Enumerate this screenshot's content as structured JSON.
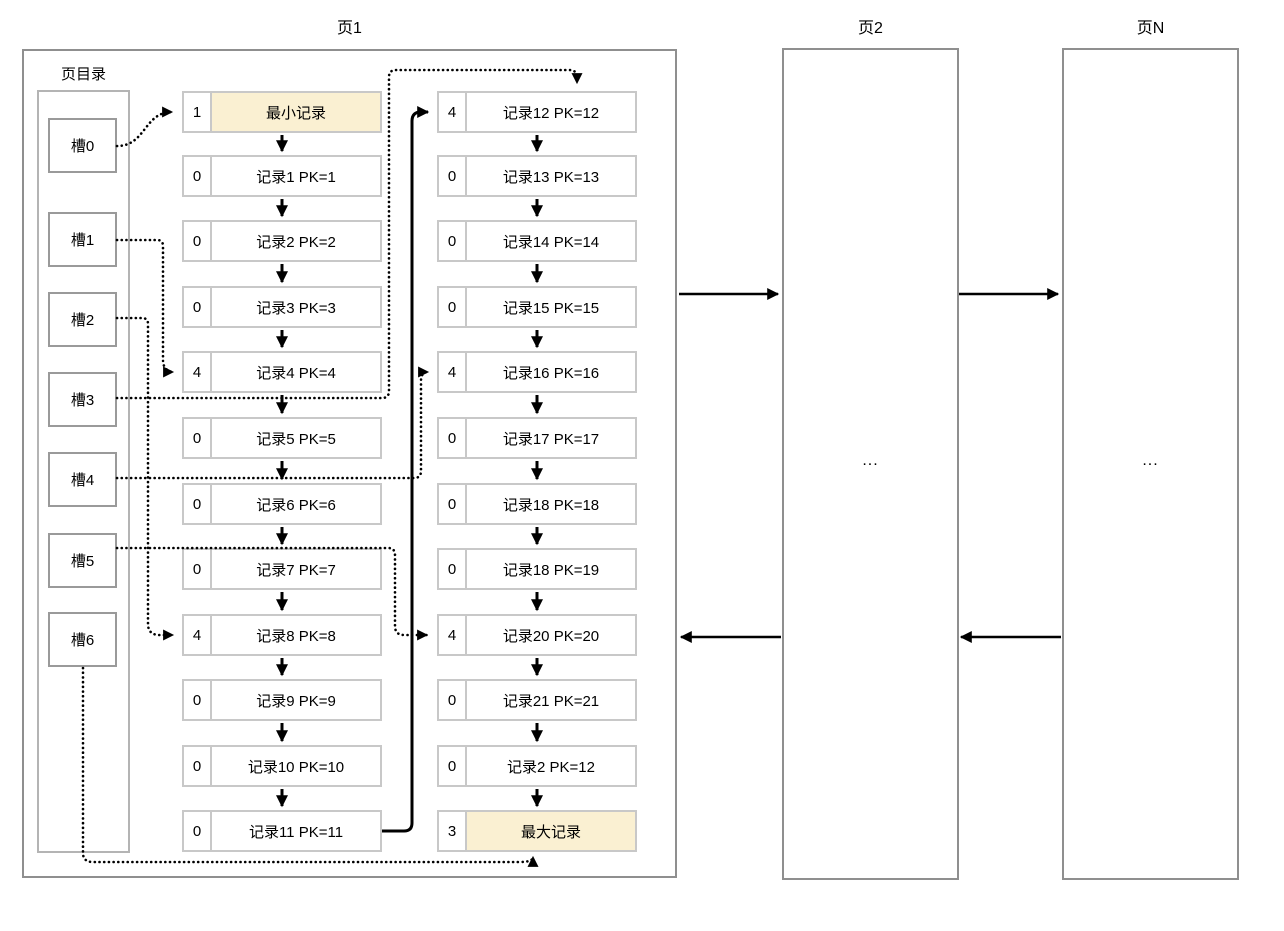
{
  "diagram": {
    "page1": {
      "title": "页1",
      "directory": {
        "label": "页目录",
        "slots": [
          "槽0",
          "槽1",
          "槽2",
          "槽3",
          "槽4",
          "槽5",
          "槽6"
        ]
      },
      "records_left": [
        {
          "n": "1",
          "label": "最小记录",
          "highlight": true
        },
        {
          "n": "0",
          "label": "记录1 PK=1",
          "highlight": false
        },
        {
          "n": "0",
          "label": "记录2 PK=2",
          "highlight": false
        },
        {
          "n": "0",
          "label": "记录3 PK=3",
          "highlight": false
        },
        {
          "n": "4",
          "label": "记录4 PK=4",
          "highlight": false
        },
        {
          "n": "0",
          "label": "记录5 PK=5",
          "highlight": false
        },
        {
          "n": "0",
          "label": "记录6 PK=6",
          "highlight": false
        },
        {
          "n": "0",
          "label": "记录7 PK=7",
          "highlight": false
        },
        {
          "n": "4",
          "label": "记录8 PK=8",
          "highlight": false
        },
        {
          "n": "0",
          "label": "记录9 PK=9",
          "highlight": false
        },
        {
          "n": "0",
          "label": "记录10 PK=10",
          "highlight": false
        },
        {
          "n": "0",
          "label": "记录11 PK=11",
          "highlight": false
        }
      ],
      "records_right": [
        {
          "n": "4",
          "label": "记录12 PK=12",
          "highlight": false
        },
        {
          "n": "0",
          "label": "记录13 PK=13",
          "highlight": false
        },
        {
          "n": "0",
          "label": "记录14 PK=14",
          "highlight": false
        },
        {
          "n": "0",
          "label": "记录15 PK=15",
          "highlight": false
        },
        {
          "n": "4",
          "label": "记录16 PK=16",
          "highlight": false
        },
        {
          "n": "0",
          "label": "记录17 PK=17",
          "highlight": false
        },
        {
          "n": "0",
          "label": "记录18 PK=18",
          "highlight": false
        },
        {
          "n": "0",
          "label": "记录18 PK=19",
          "highlight": false
        },
        {
          "n": "4",
          "label": "记录20 PK=20",
          "highlight": false
        },
        {
          "n": "0",
          "label": "记录21 PK=21",
          "highlight": false
        },
        {
          "n": "0",
          "label": "记录2 PK=12",
          "highlight": false
        },
        {
          "n": "3",
          "label": "最大记录",
          "highlight": true
        }
      ],
      "slot_links": [
        {
          "from": "槽0",
          "to": "最小记录",
          "style": "dotted"
        },
        {
          "from": "槽1",
          "to": "记录4",
          "style": "dotted"
        },
        {
          "from": "槽2",
          "to": "记录8",
          "style": "dotted"
        },
        {
          "from": "槽3",
          "to": "记录12",
          "style": "dotted"
        },
        {
          "from": "槽4",
          "to": "记录16",
          "style": "dotted"
        },
        {
          "from": "槽5",
          "to": "记录20",
          "style": "dotted"
        },
        {
          "from": "槽6",
          "to": "最大记录",
          "style": "dotted"
        }
      ],
      "record_chain_link": {
        "from": "记录11 PK=11",
        "to": "记录12 PK=12",
        "style": "solid"
      }
    },
    "page2": {
      "title": "页2",
      "body": "..."
    },
    "pageN": {
      "title": "页N",
      "body": "..."
    },
    "page_links": [
      {
        "from": "页1",
        "to": "页2",
        "direction": "right"
      },
      {
        "from": "页2",
        "to": "页N",
        "direction": "right"
      },
      {
        "from": "页2",
        "to": "页1",
        "direction": "left"
      },
      {
        "from": "页N",
        "to": "页2",
        "direction": "left"
      }
    ],
    "colors": {
      "highlight": "#FAF0D2",
      "record_border": "#C8C8C8",
      "slot_border": "#9A9A9A",
      "page_border": "#8F8F8F",
      "line": "#000000"
    }
  }
}
